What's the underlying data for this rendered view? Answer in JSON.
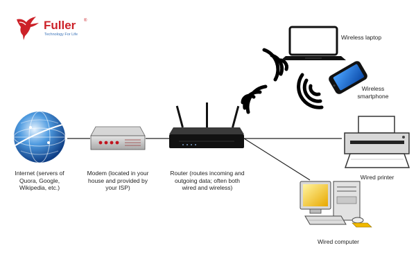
{
  "brand": {
    "name": "Fuller",
    "registered_mark": "®",
    "tagline": "Technology For Life",
    "color": "#cc2128",
    "tagline_color": "#3a73b8"
  },
  "nodes": {
    "internet": "Internet (servers of Quora, Google, Wikipedia, etc.)",
    "modem": "Modem (located in your house and provided by your ISP)",
    "router": "Router (routes incoming and outgoing data; often both wired and wireless)",
    "wireless_laptop": "Wireless laptop",
    "wireless_smartphone": "Wireless smartphone",
    "wired_printer": "Wired printer",
    "wired_computer": "Wired computer"
  },
  "icons": [
    "globe-icon",
    "modem-icon",
    "router-icon",
    "laptop-icon",
    "smartphone-icon",
    "printer-icon",
    "computer-icon",
    "wifi-signal-icon",
    "hummingbird-logo-icon"
  ]
}
